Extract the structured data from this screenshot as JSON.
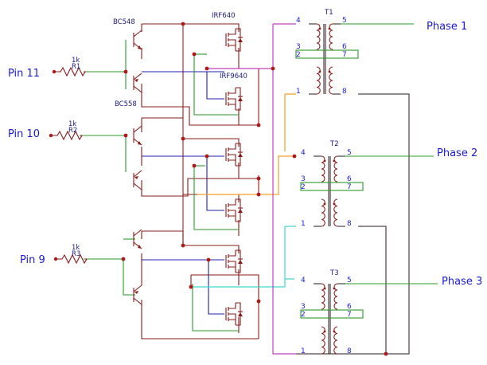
{
  "inputs": [
    {
      "pin": "Pin 11",
      "resistor_value": "1k",
      "resistor_ref": "R1"
    },
    {
      "pin": "Pin 10",
      "resistor_value": "1k",
      "resistor_ref": "R2"
    },
    {
      "pin": "Pin 9",
      "resistor_value": "1k",
      "resistor_ref": "R3"
    }
  ],
  "parts": {
    "npn": "BC548",
    "pnp": "BC558",
    "nmos": "IRF640",
    "pmos": "IRF9640"
  },
  "transformers": [
    {
      "ref": "T1",
      "pins": [
        "4",
        "3",
        "2",
        "1",
        "5",
        "6",
        "7",
        "8"
      ],
      "output": "Phase 1"
    },
    {
      "ref": "T2",
      "pins": [
        "4",
        "3",
        "2",
        "1",
        "5",
        "6",
        "7",
        "8"
      ],
      "output": "Phase 2"
    },
    {
      "ref": "T3",
      "pins": [
        "4",
        "3",
        "2",
        "1",
        "5",
        "6",
        "7",
        "8"
      ],
      "output": "Phase 3"
    }
  ],
  "colors": {
    "wire_dark": "#8b1a1a",
    "wire_green": "#2a9a2a",
    "wire_blue": "#2020b0",
    "wire_magenta": "#c040c0",
    "wire_orange": "#f0a020",
    "wire_cyan": "#40d8d8",
    "label_blue": "#1a1ad6"
  }
}
